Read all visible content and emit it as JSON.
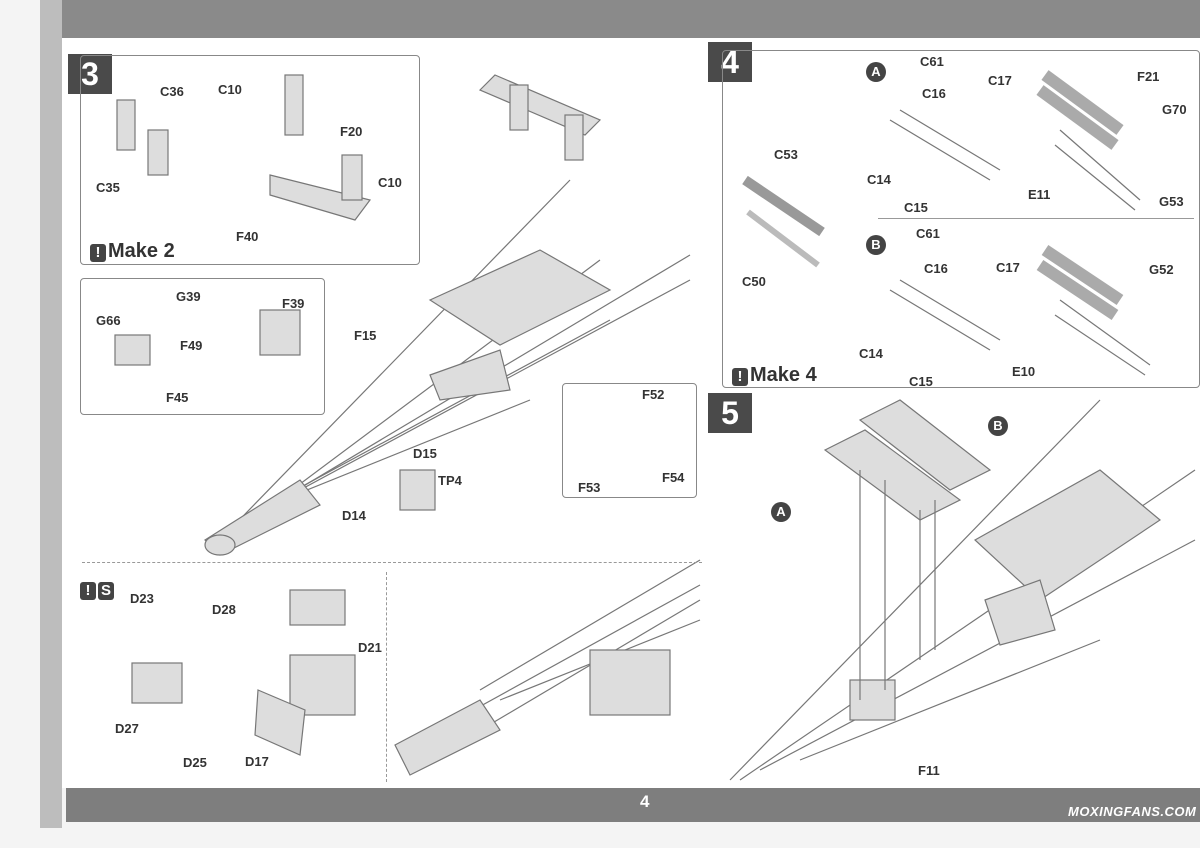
{
  "page_number": "4",
  "watermark": "MOXINGFANS.COM",
  "step3": {
    "number": "3",
    "make_label": "Make 2",
    "labels": [
      "C36",
      "C35",
      "C10",
      "F20",
      "C10",
      "F40",
      "G39",
      "G66",
      "F39",
      "F49",
      "F45",
      "F15",
      "F52",
      "F54",
      "F53",
      "D15",
      "TP4",
      "D14",
      "D23",
      "D28",
      "D21",
      "D27",
      "D25",
      "D17"
    ]
  },
  "step4": {
    "number": "4",
    "make_label": "Make 4",
    "labels": [
      "C53",
      "C50",
      "C61",
      "C16",
      "C17",
      "F21",
      "G70",
      "C14",
      "E11",
      "C15",
      "G53",
      "C61",
      "C16",
      "C17",
      "G52",
      "C14",
      "E10",
      "C15"
    ],
    "variants": [
      "A",
      "B"
    ]
  },
  "step5": {
    "number": "5",
    "labels": [
      "F11"
    ],
    "variants": [
      "A",
      "B"
    ]
  }
}
